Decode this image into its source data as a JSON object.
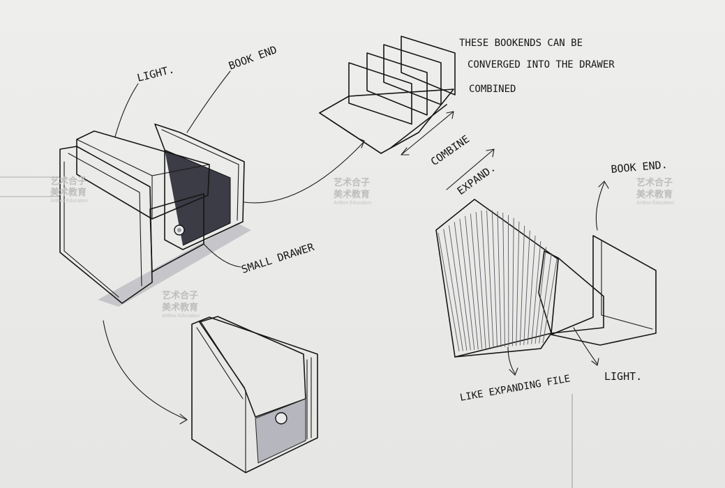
{
  "labels": {
    "light_top": "LIGHT.",
    "book_end_top": "BOOK END",
    "bookends_note_line1": "THESE BOOKENDS CAN BE",
    "bookends_note_line2": "CONVERGED INTO THE DRAWER",
    "bookends_note_line3": "COMBINED",
    "combine": "COMBINE",
    "expand": "EXPAND.",
    "book_end_right": "BOOK END.",
    "small_drawer": "SMALL DRAWER",
    "like_expanding_file": "LIKE EXPANDING FILE",
    "light_bottom": "LIGHT."
  },
  "watermarks": [
    {
      "cn": "艺术合子",
      "cn2": "美术教育",
      "en": "ArtBox Education"
    },
    {
      "cn": "艺术合子",
      "cn2": "美术教育",
      "en": "ArtBox Education"
    },
    {
      "cn": "艺术合子",
      "cn2": "美术教育",
      "en": "ArtBox Education"
    },
    {
      "cn": "艺术合子",
      "cn2": "美术教育",
      "en": "ArtBox Education"
    }
  ],
  "colors": {
    "paper": "#e9e9e7",
    "ink": "#151515",
    "marker_yellow": "#cbb53c",
    "marker_dark": "#1e1f26",
    "marker_grey": "#b9b9c2"
  }
}
